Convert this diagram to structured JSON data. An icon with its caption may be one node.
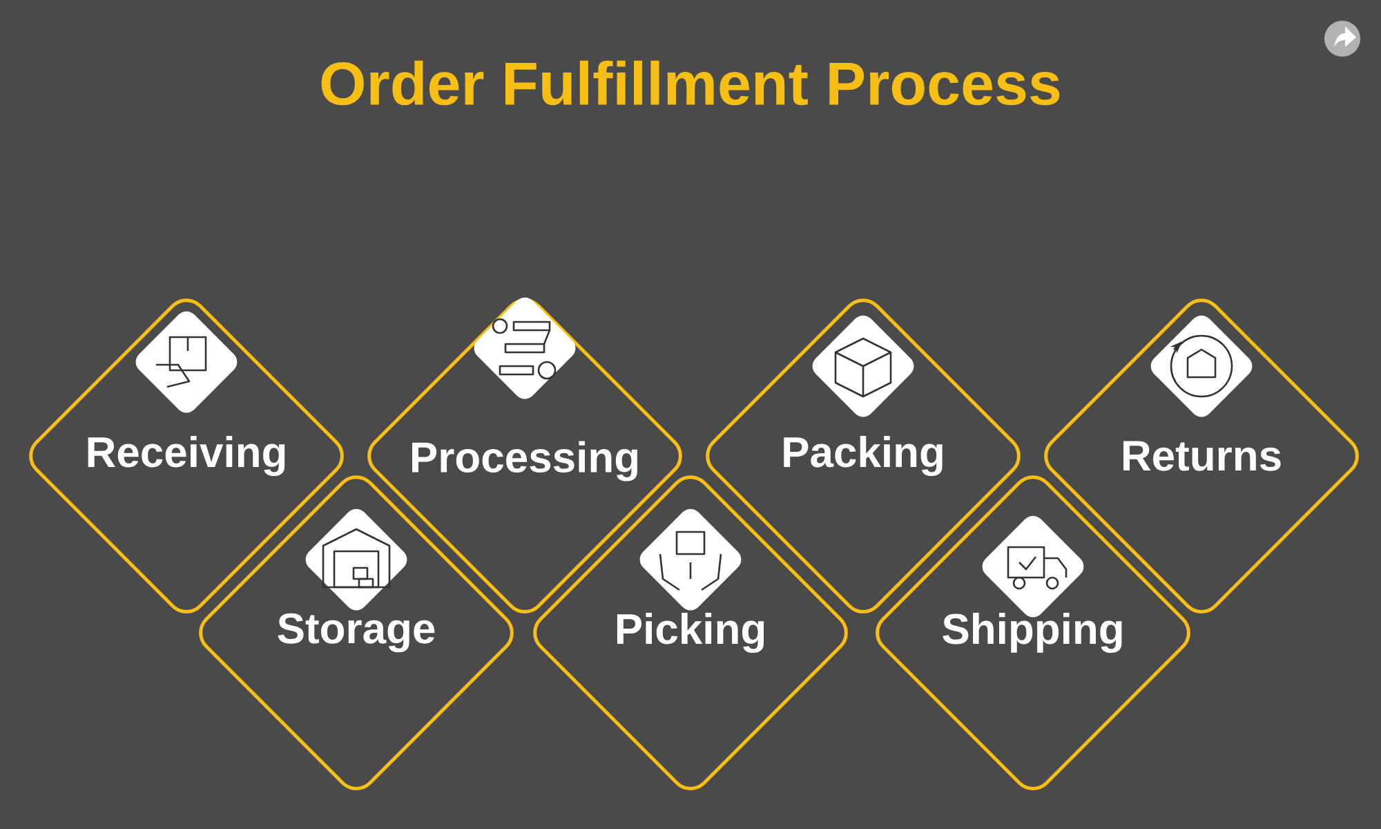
{
  "diagram": {
    "title": "Order Fulfillment Process",
    "nodes": [
      {
        "text": [
          "Receiving"
        ]
      },
      {
        "text": [
          "Storage"
        ]
      },
      {
        "text": [
          "Processing"
        ]
      },
      {
        "text": [
          "Picking"
        ]
      },
      {
        "text": [
          "Packing"
        ]
      },
      {
        "text": [
          "Shipping"
        ]
      },
      {
        "text": [
          "Returns"
        ]
      }
    ]
  }
}
